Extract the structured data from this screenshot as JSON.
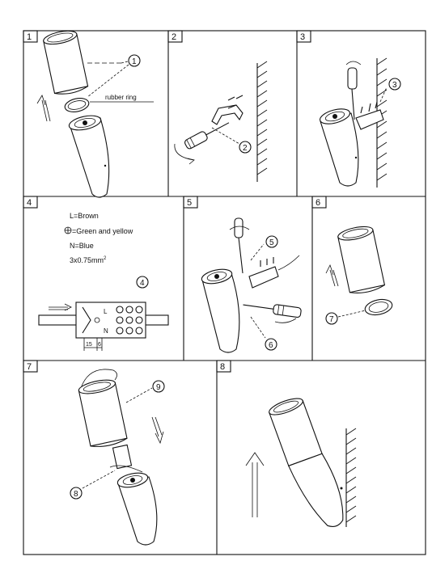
{
  "steps": [
    {
      "number": "1",
      "callout": "1",
      "label": "rubber ring"
    },
    {
      "number": "2",
      "callout": "2"
    },
    {
      "number": "3",
      "callout": "3"
    },
    {
      "number": "4",
      "callout": "4",
      "wiring": {
        "l": "L=Brown",
        "ground": "=Green and yellow",
        "n": "N=Blue",
        "cable_base": "3x0.75mm",
        "cable_sup": "2"
      },
      "terminal_marks": [
        "L",
        "N"
      ],
      "dims": [
        "15",
        "6"
      ]
    },
    {
      "number": "5",
      "callout_a": "5",
      "callout_b": "6"
    },
    {
      "number": "6",
      "callout": "7"
    },
    {
      "number": "7",
      "callout_a": "9",
      "callout_b": "8"
    },
    {
      "number": "8"
    }
  ]
}
